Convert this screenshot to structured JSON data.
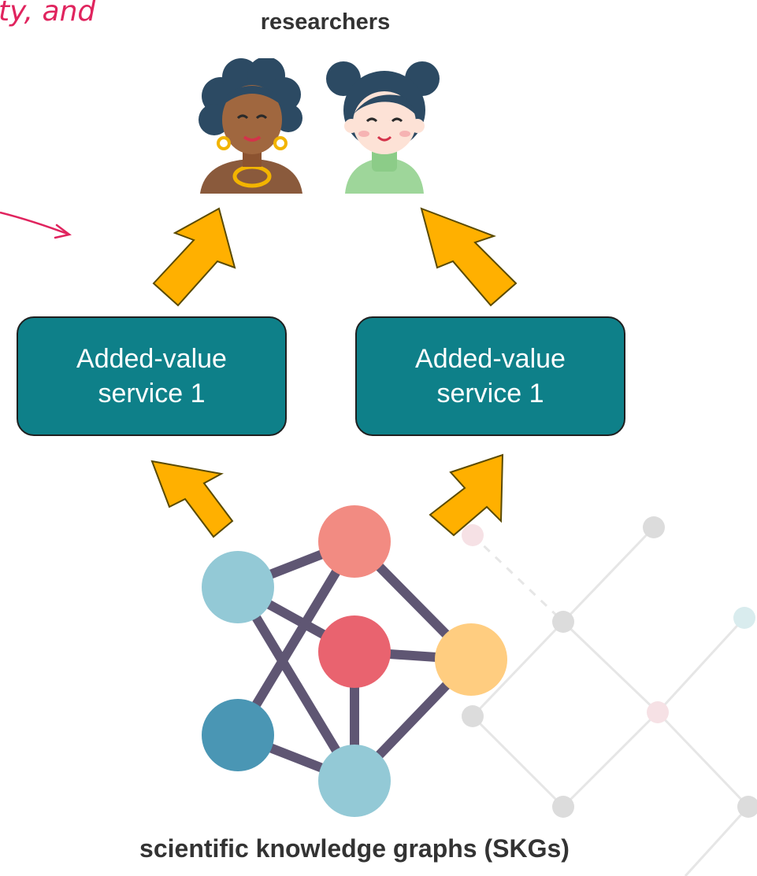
{
  "annotation": {
    "text": "ty, and"
  },
  "researchers_label": "researchers",
  "services": [
    {
      "line1": "Added-value",
      "line2": "service 1"
    },
    {
      "line1": "Added-value",
      "line2": "service 1"
    }
  ],
  "graph_label": "scientific knowledge graphs (SKGs)",
  "colors": {
    "service_fill": "#0e8089",
    "arrow_fill": "#ffb000",
    "annotation": "#e0245e",
    "edge": "#5f5673",
    "node_blue_light": "#93c9d6",
    "node_salmon": "#f28b82",
    "node_red": "#e9636f",
    "node_orange": "#ffcd80",
    "node_blue_dark": "#4a96b4"
  },
  "icons": [
    "researcher-avatar-1-icon",
    "researcher-avatar-2-icon",
    "knowledge-graph-icon",
    "up-arrow-icon"
  ]
}
